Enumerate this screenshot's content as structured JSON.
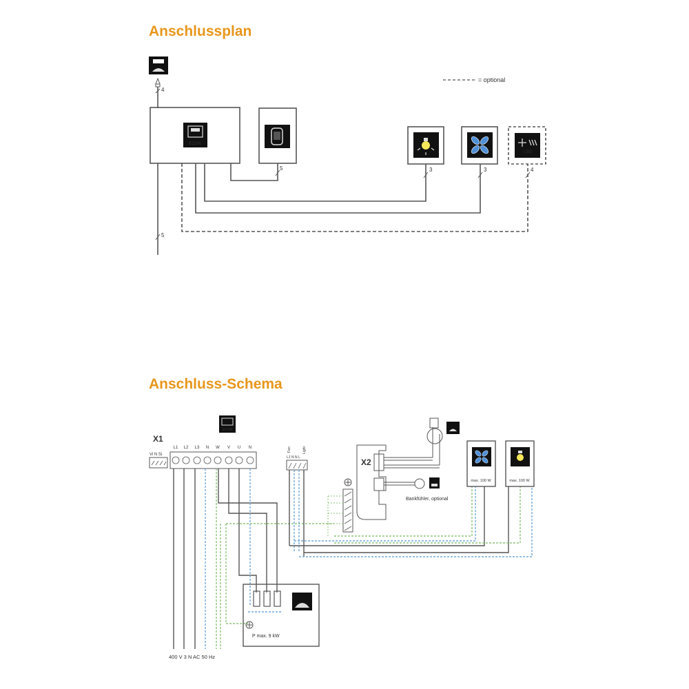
{
  "sections": {
    "plan": {
      "title": "Anschlussplan",
      "legend": "= optional",
      "econ_label": "ECON",
      "lsg_label": "LSG",
      "cable_counts": {
        "sensor": "4",
        "remote": "5",
        "light": "3",
        "fan": "3",
        "lsg": "4",
        "power": "5"
      }
    },
    "schema": {
      "title": "Anschluss-Schema",
      "econ_label": "ECON",
      "x1_label": "X1",
      "x1_small_terminals": "Vi N Si",
      "x1_terminals": [
        "L1",
        "L2",
        "L3",
        "N",
        "W",
        "V",
        "U",
        "N"
      ],
      "aux_terminals": "L1 N N L",
      "aux_fan": "Fan",
      "aux_light": "Light",
      "x2_label": "X2",
      "bank_sensor": "Bankfühler, optional",
      "fan_max": "max. 100 W",
      "light_max": "max. 100 W",
      "heater_power": "P max. 9 kW",
      "supply": "400 V 3 N AC 50 Hz"
    }
  },
  "colors": {
    "title": "#e8961c",
    "line": "#555555",
    "blue_dashed": "#6fa8dc",
    "green_dashed": "#8fc27a",
    "icon_bg": "#111111",
    "fan_blue": "#4f8fd6",
    "bulb_yellow": "#f6e75a"
  }
}
